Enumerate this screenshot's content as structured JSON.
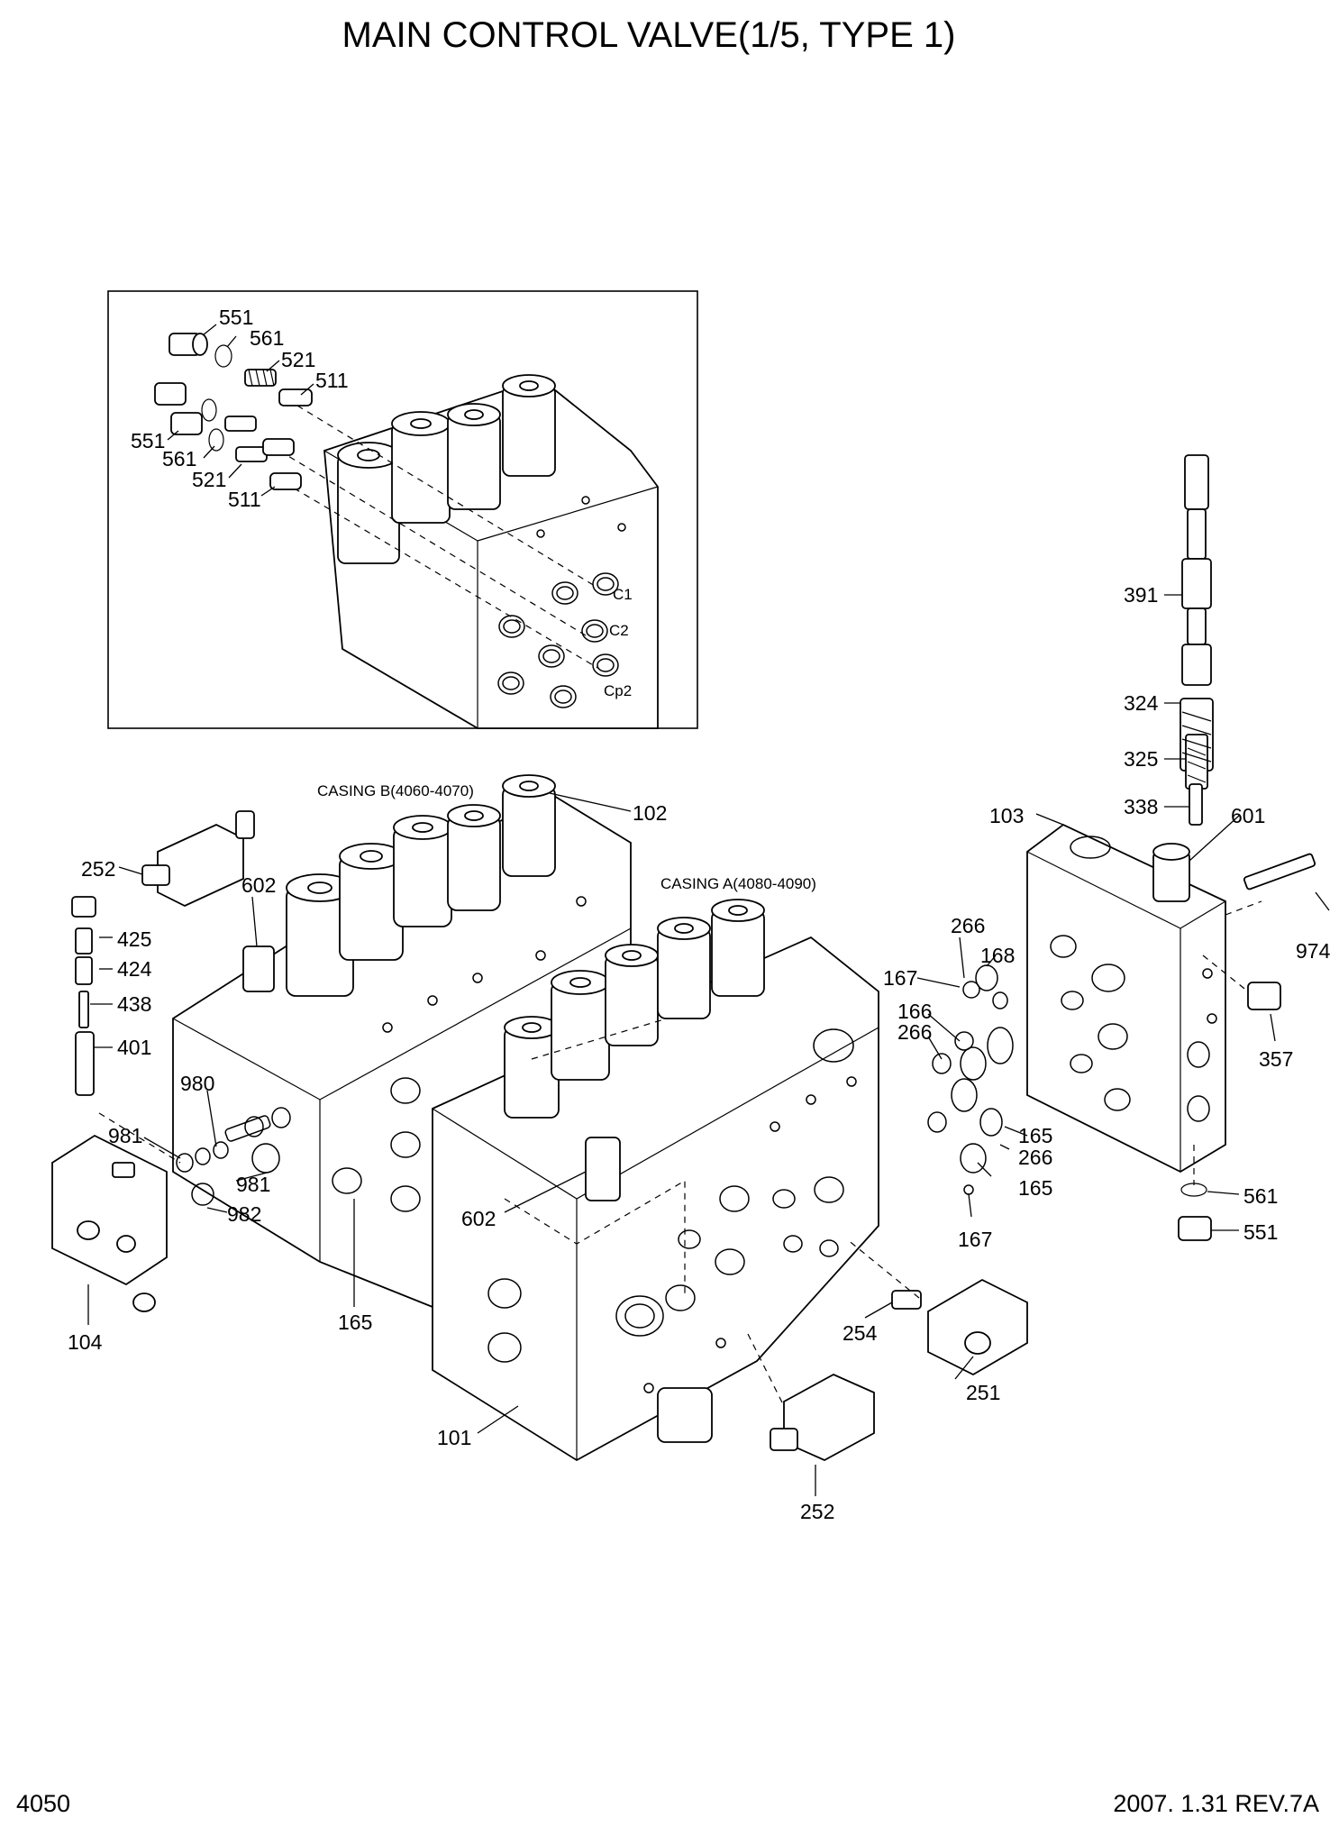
{
  "page": {
    "title": "MAIN CONTROL VALVE(1/5, TYPE 1)",
    "page_number": "4050",
    "revision": "2007. 1.31 REV.7A"
  },
  "inset": {
    "labels": {
      "p551_top": "551",
      "p561_top": "561",
      "p521_top": "521",
      "p511_top": "511",
      "p551_bot": "551",
      "p561_bot": "561",
      "p521_bot": "521",
      "p511_bot": "511"
    },
    "ports": {
      "c1": "C1",
      "c2": "C2",
      "cp2": "Cp2"
    }
  },
  "casings": {
    "b": "CASING B(4060-4070)",
    "a": "CASING A(4080-4090)"
  },
  "labels": {
    "p102": "102",
    "p252_left": "252",
    "p602_top": "602",
    "p425": "425",
    "p424": "424",
    "p438": "438",
    "p401": "401",
    "p980": "980",
    "p981_left": "981",
    "p981_right": "981",
    "p982": "982",
    "p104": "104",
    "p165_left": "165",
    "p602_mid": "602",
    "p101": "101",
    "p254": "254",
    "p251": "251",
    "p252_bottom": "252",
    "p391": "391",
    "p324": "324",
    "p325": "325",
    "p338": "338",
    "p601": "601",
    "p103": "103",
    "p974": "974",
    "p357": "357",
    "p561_right": "561",
    "p551_right": "551",
    "p266_top": "266",
    "p168": "168",
    "p167_top": "167",
    "p166": "166",
    "p266_mid": "266",
    "p165_mid": "165",
    "p266_low": "266",
    "p165_low": "165",
    "p167_low": "167"
  }
}
